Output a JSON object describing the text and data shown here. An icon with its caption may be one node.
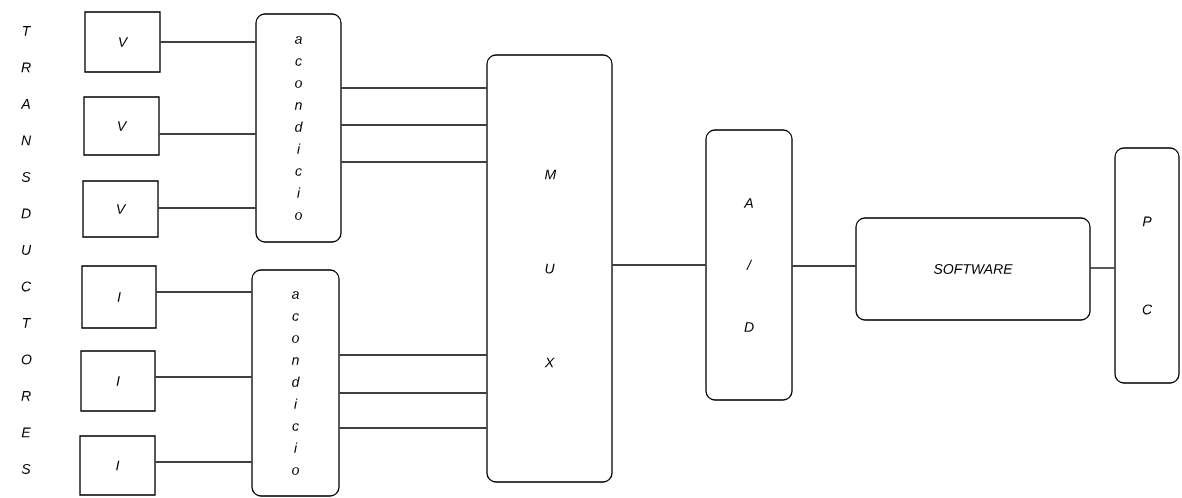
{
  "diagram": {
    "nodes": [
      {
        "text": [
          "V"
        ]
      },
      {
        "text": [
          "V"
        ]
      },
      {
        "text": [
          "V"
        ]
      },
      {
        "text": [
          "I"
        ]
      },
      {
        "text": [
          "I"
        ]
      },
      {
        "text": [
          "I"
        ]
      },
      {
        "text": [
          "a c o n d i c i o"
        ]
      },
      {
        "text": [
          "a c o n d i c i o"
        ]
      },
      {
        "text": [
          "M U X"
        ]
      },
      {
        "text": [
          "A / D"
        ]
      },
      {
        "text": [
          "SOFTWARE"
        ]
      },
      {
        "text": [
          "P C"
        ]
      }
    ],
    "edges": [
      {
        "from": 0,
        "to": 6,
        "arrow": "none"
      },
      {
        "from": 1,
        "to": 6,
        "arrow": "none"
      },
      {
        "from": 2,
        "to": 6,
        "arrow": "none"
      },
      {
        "from": 3,
        "to": 7,
        "arrow": "none"
      },
      {
        "from": 4,
        "to": 7,
        "arrow": "none"
      },
      {
        "from": 5,
        "to": 7,
        "arrow": "none"
      },
      {
        "from": 6,
        "to": 8,
        "arrow": "none"
      },
      {
        "from": 6,
        "to": 8,
        "arrow": "none"
      },
      {
        "from": 6,
        "to": 8,
        "arrow": "none"
      },
      {
        "from": 7,
        "to": 8,
        "arrow": "none"
      },
      {
        "from": 7,
        "to": 8,
        "arrow": "none"
      },
      {
        "from": 7,
        "to": 8,
        "arrow": "none"
      },
      {
        "from": 8,
        "to": 9,
        "arrow": "none"
      },
      {
        "from": 9,
        "to": 10,
        "arrow": "none"
      },
      {
        "from": 10,
        "to": 11,
        "arrow": "none"
      }
    ],
    "labels": [
      "T R A N S D U C T O R E S"
    ]
  }
}
